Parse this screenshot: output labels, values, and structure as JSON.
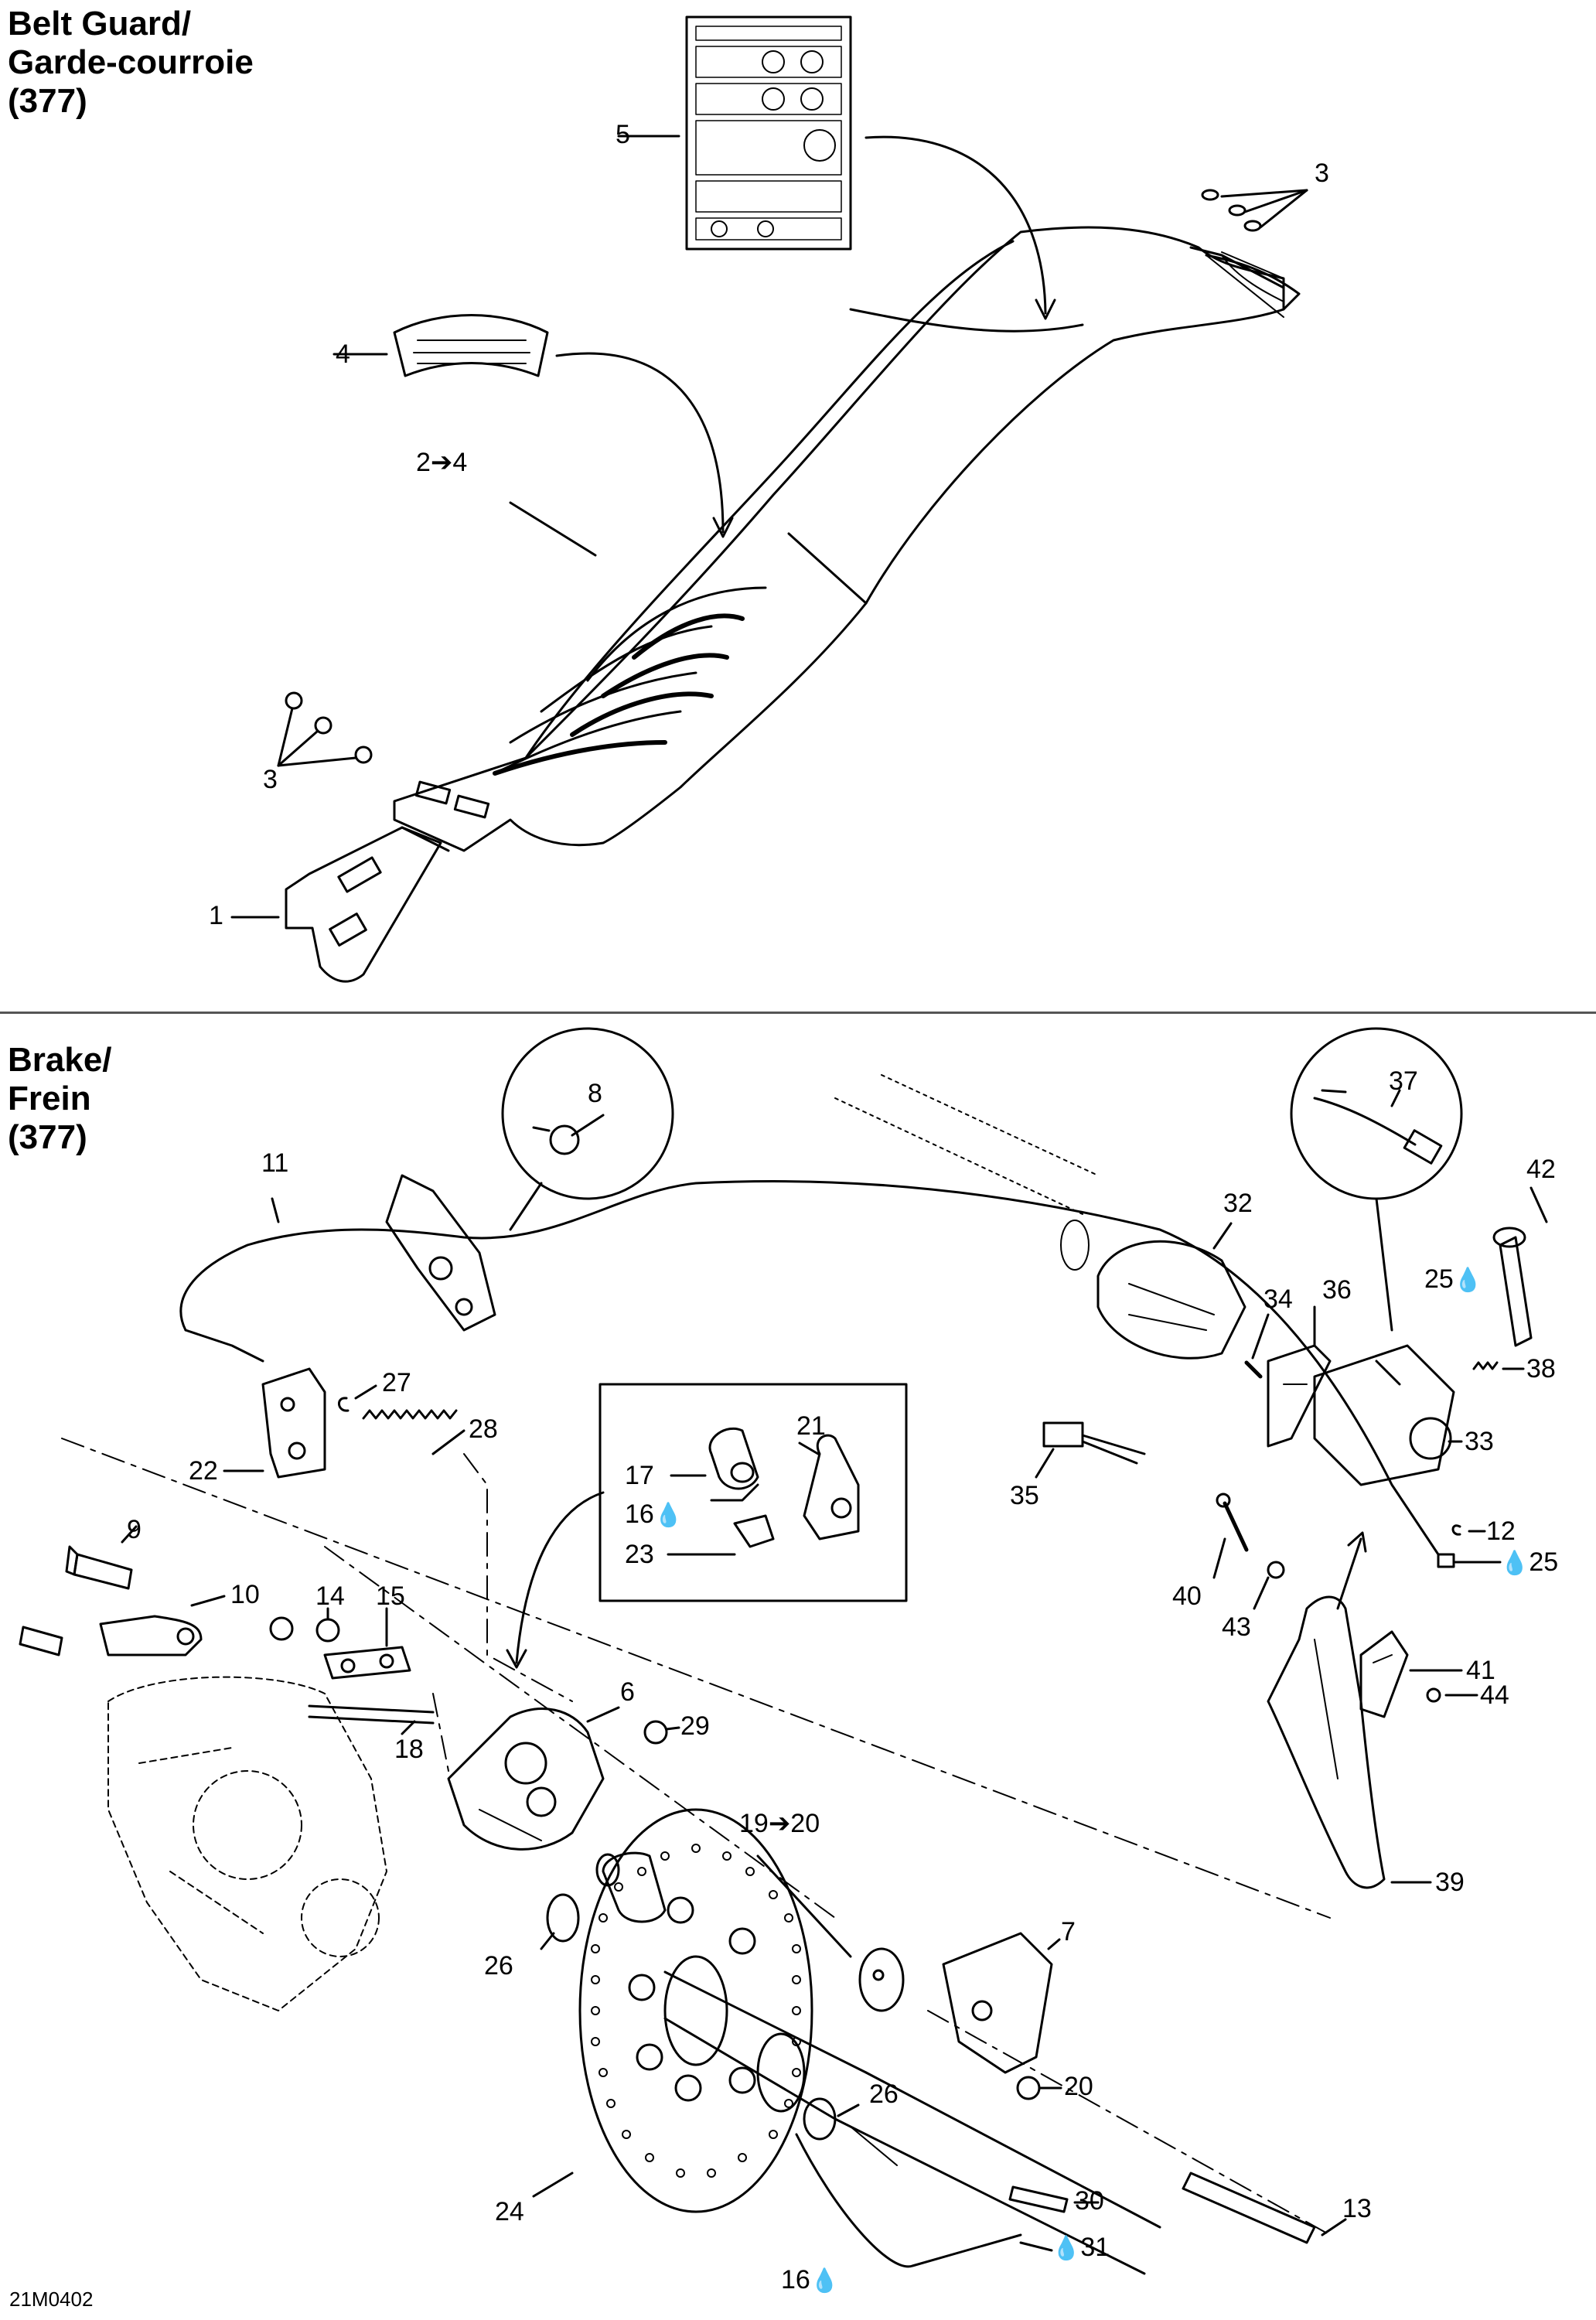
{
  "sections": {
    "belt_guard": {
      "title_1": "Belt Guard/",
      "title_2": "Garde-courroie",
      "title_3": "(377)"
    },
    "brake": {
      "title_1": "Brake/",
      "title_2": "Frein",
      "title_3": "(377)"
    }
  },
  "callouts": {
    "c1": "1",
    "c2_4": "2➔4",
    "c3a": "3",
    "c3b": "3",
    "c4": "4",
    "c5": "5",
    "c6": "6",
    "c7": "7",
    "c8": "8",
    "c9": "9",
    "c10": "10",
    "c11": "11",
    "c12": "12",
    "c13": "13",
    "c14": "14",
    "c15": "15",
    "c16a": "16",
    "c16b": "16",
    "c17": "17",
    "c18": "18",
    "c19_20": "19➔20",
    "c20": "20",
    "c21": "21",
    "c22": "22",
    "c23": "23",
    "c24": "24",
    "c25a": "25",
    "c25b": "25",
    "c26a": "26",
    "c26b": "26",
    "c27": "27",
    "c28": "28",
    "c29": "29",
    "c30": "30",
    "c31": "31",
    "c32": "32",
    "c33": "33",
    "c34": "34",
    "c35": "35",
    "c36": "36",
    "c37": "37",
    "c38": "38",
    "c39": "39",
    "c40": "40",
    "c41": "41",
    "c42": "42",
    "c43": "43",
    "c44": "44"
  },
  "drop_symbol": "💧",
  "drawing_code": "21M0402",
  "colors": {
    "line": "#000000",
    "divider": "#555555",
    "label_dark": "#333333"
  }
}
